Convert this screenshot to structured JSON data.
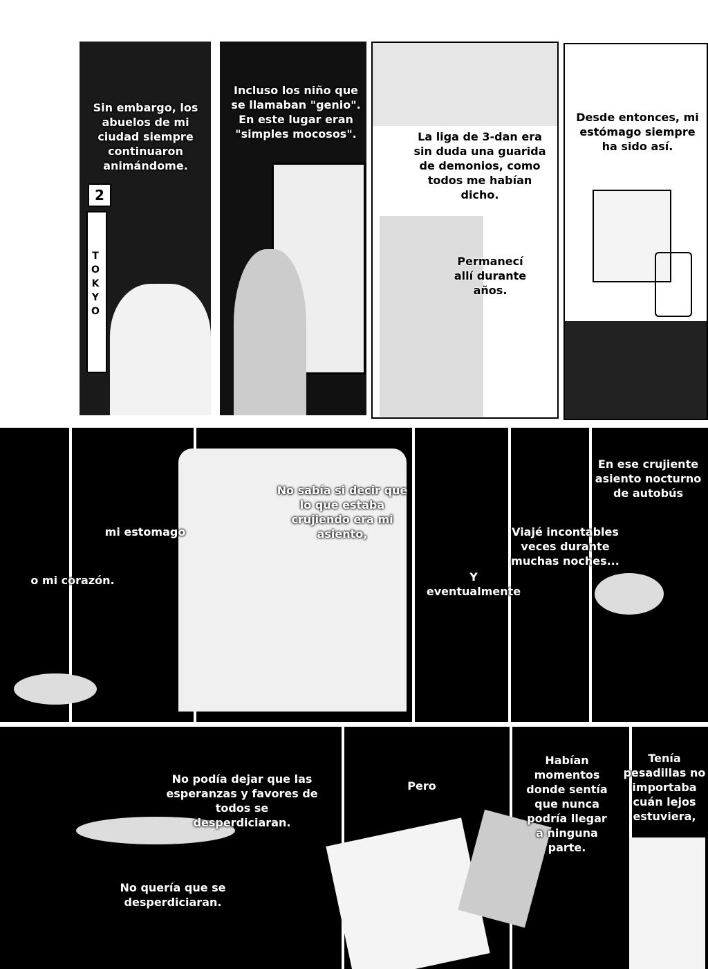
{
  "captions": {
    "p1": "Sin embargo, los abuelos de mi ciudad siempre continuaron animándome.",
    "p2": "Incluso los niño que se llamaban \"genio\". En este lugar eran \"simples mocosos\".",
    "p3a": "La liga de 3-dan era sin duda una guarida de demonios, como todos me habían dicho.",
    "p3b": "Permanecí allí durante años.",
    "p4": "Desde entonces, mi estómago siempre ha sido así.",
    "m1": "No sabía si decir que lo que estaba crujiendo era mi asiento,",
    "m2": "mi estomago",
    "m3": "o mi corazón.",
    "m4": "Y eventualmente",
    "m5": "Viajé incontables veces durante muchas noches...",
    "m6": "En ese crujiente asiento nocturno de autobús",
    "b1": "No podía dejar que las esperanzas y favores de todos se desperdiciaran.",
    "b2": "No quería que se desperdiciaran.",
    "b3": "Pero",
    "b4": "Habían momentos donde sentía que nunca podría llegar a ninguna parte.",
    "b5": "Tenía pesadillas no importaba cuán lejos estuviera,"
  },
  "signs": {
    "platform_number": "2",
    "station": "TOKYO"
  }
}
